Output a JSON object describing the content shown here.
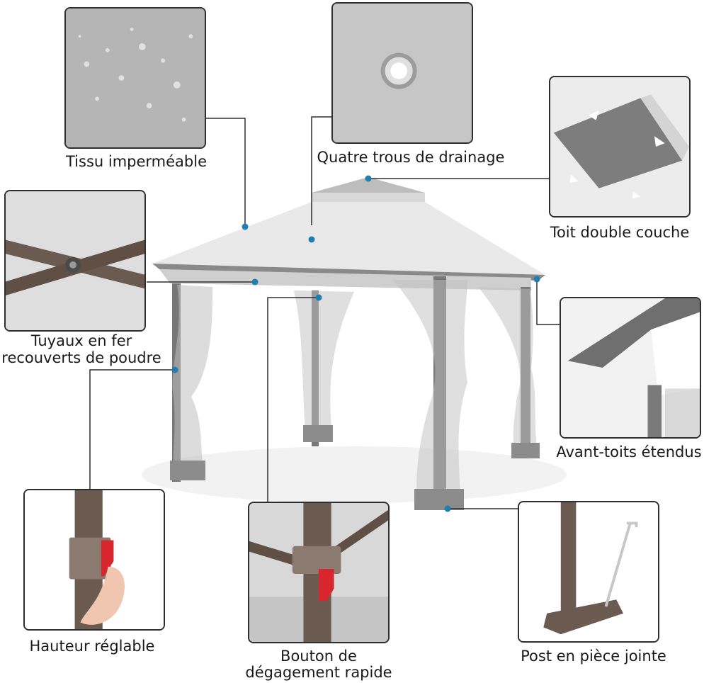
{
  "features": [
    {
      "id": "fabric",
      "label": "Tissu imperméable"
    },
    {
      "id": "drain",
      "label": "Quatre trous de drainage"
    },
    {
      "id": "roof",
      "label": "Toit double couche"
    },
    {
      "id": "pipes",
      "label_line1": "Tuyaux en fer",
      "label_line2": "recouverts de poudre"
    },
    {
      "id": "eaves",
      "label": "Avant-toits étendus"
    },
    {
      "id": "height",
      "label": "Hauteur réglable"
    },
    {
      "id": "release",
      "label_line1": "Bouton de",
      "label_line2": "dégagement rapide"
    },
    {
      "id": "stake",
      "label": "Post en pièce jointe"
    }
  ],
  "colors": {
    "canopy_light": "#e9e9e9",
    "canopy_trim": "#8a8a8a",
    "frame_dark": "#6e6e6e",
    "pipe_brown": "#6b5a4f",
    "callout_dot": "#1f7fb0",
    "release_red": "#d8262e"
  }
}
